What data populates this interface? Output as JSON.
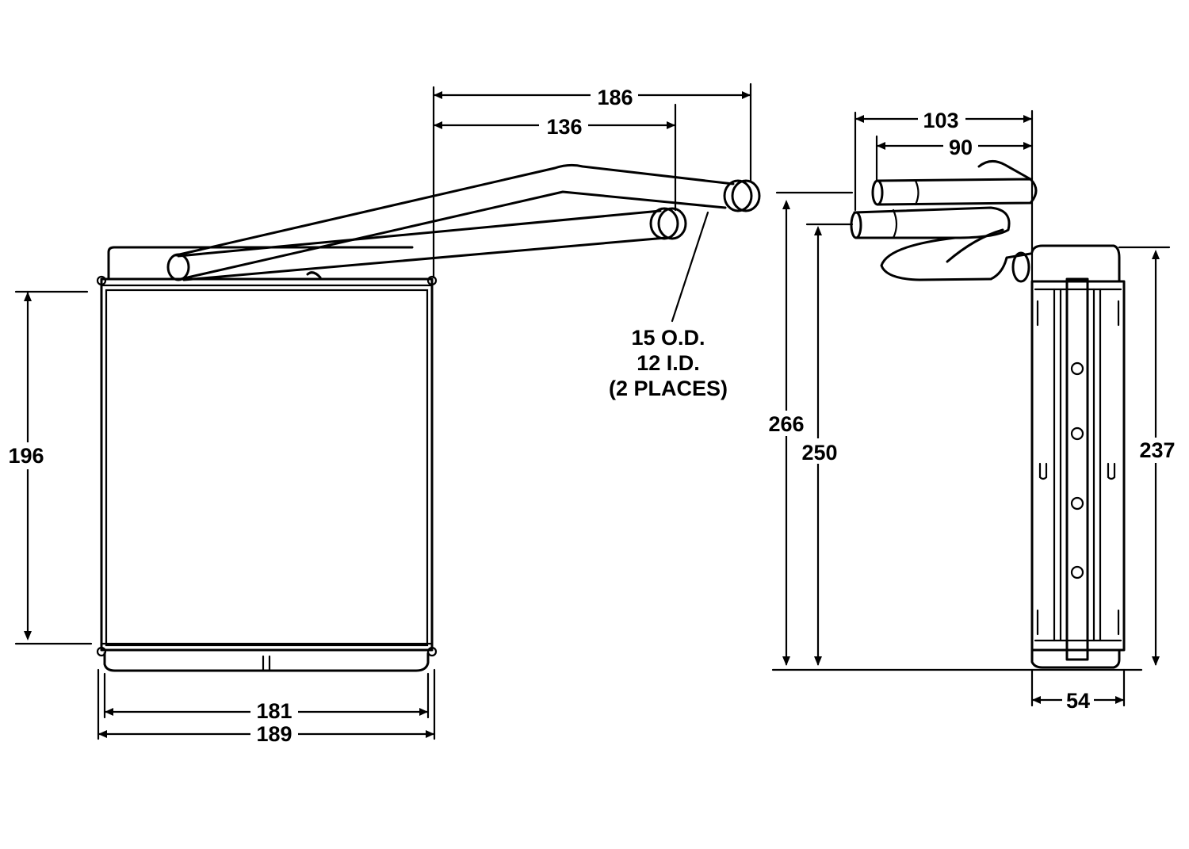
{
  "drawing": {
    "front_view": {
      "dims": {
        "overall_width": "189",
        "core_width": "181",
        "core_height": "196",
        "outlet_offset": "136",
        "inlet_offset": "186"
      }
    },
    "side_view": {
      "dims": {
        "overall_height": "266",
        "core_height_side": "250",
        "tank_height": "237",
        "pipe_reach": "103",
        "pipe_reach_inner": "90",
        "depth": "54"
      }
    },
    "pipe_note": {
      "line1": "15 O.D.",
      "line2": "12 I.D.",
      "line3": "(2 PLACES)"
    }
  }
}
